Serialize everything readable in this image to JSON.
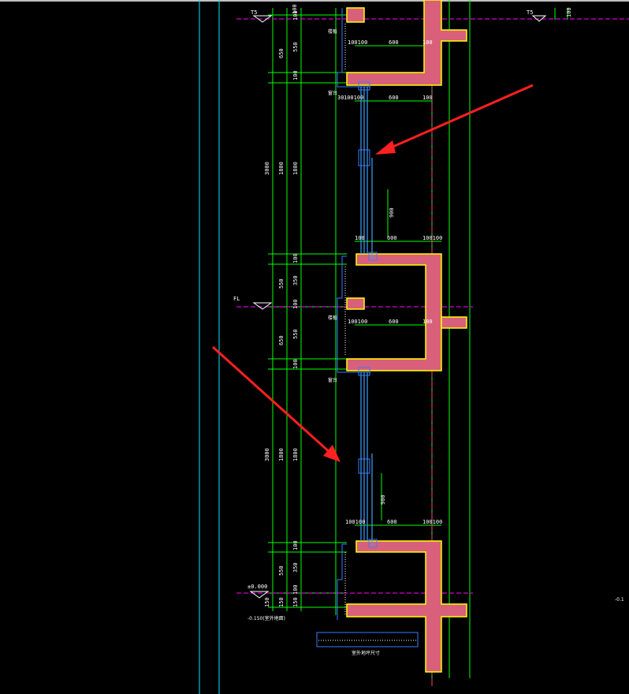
{
  "colors": {
    "background": "#000000",
    "dimension": "#00ff00",
    "outline": "#3a7bff",
    "glass": "#40a0ff",
    "concrete_fill": "#d9607a",
    "concrete_edge": "#ffff00",
    "axis": "#ff00ff",
    "arrow": "#ff2020",
    "guide": "#00e5ff",
    "text": "#ffffff"
  },
  "labels": {
    "top_left_mark": "T5",
    "top_right_mark": "T5",
    "mid_left_mark": "FL",
    "ground_level": "±0.000",
    "ground_note": "-0.150(室外地面)",
    "right_edge_value": "-0.1",
    "bottom_note": "室外地坪尺寸",
    "slab_tag": "楼板",
    "sill_tag": "窗台"
  },
  "dims": {
    "floor_height": "3000",
    "window_height": "1800",
    "window_sub": "900",
    "d100": "100",
    "d150": "150",
    "d350": "350",
    "d550": "550",
    "d650": "650",
    "d600": "600",
    "d30": "30",
    "d100100": "100100"
  },
  "icons": [
    "arrow-1",
    "arrow-2",
    "level-symbol"
  ]
}
